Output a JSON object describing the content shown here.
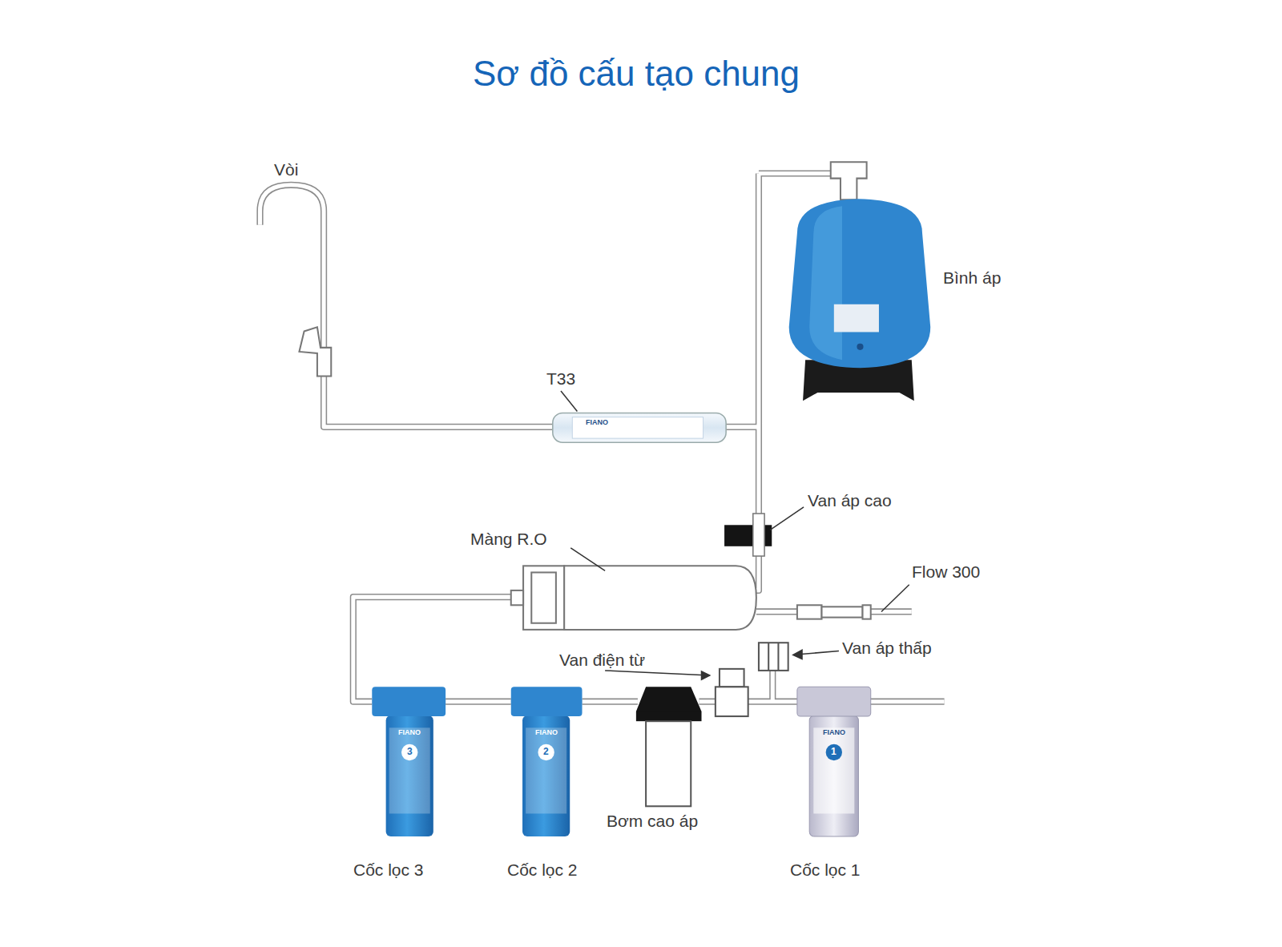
{
  "diagram": {
    "title": "Sơ đồ cấu tạo chung",
    "labels": [
      "Vòi",
      "Bình áp",
      "T33",
      "Van áp cao",
      "Màng R.O",
      "Flow 300",
      "Van điện từ",
      "Van áp thấp",
      "Bơm cao áp",
      "Cốc lọc 3",
      "Cốc lọc 2",
      "Cốc lọc 1",
      "FIANO",
      "3",
      "FIANO",
      "2",
      "FIANO",
      "1",
      "FIANO"
    ]
  }
}
